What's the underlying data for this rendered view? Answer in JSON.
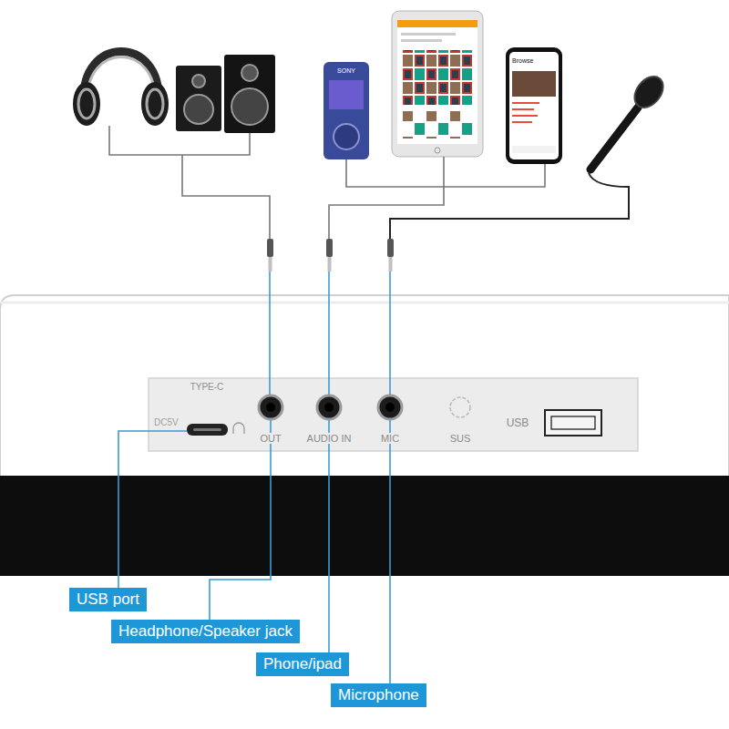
{
  "diagram": {
    "nodes": [
      {
        "text": [
          "USB port"
        ]
      },
      {
        "text": [
          "Headphone/Speaker jack"
        ]
      },
      {
        "text": [
          "Phone/ipad"
        ]
      },
      {
        "text": [
          "Microphone"
        ]
      }
    ],
    "labels": [
      "TYPE-C",
      "DC5V",
      "OUT",
      "AUDIO IN",
      "MIC",
      "SUS",
      "USB",
      "SONY",
      "Browse"
    ]
  }
}
